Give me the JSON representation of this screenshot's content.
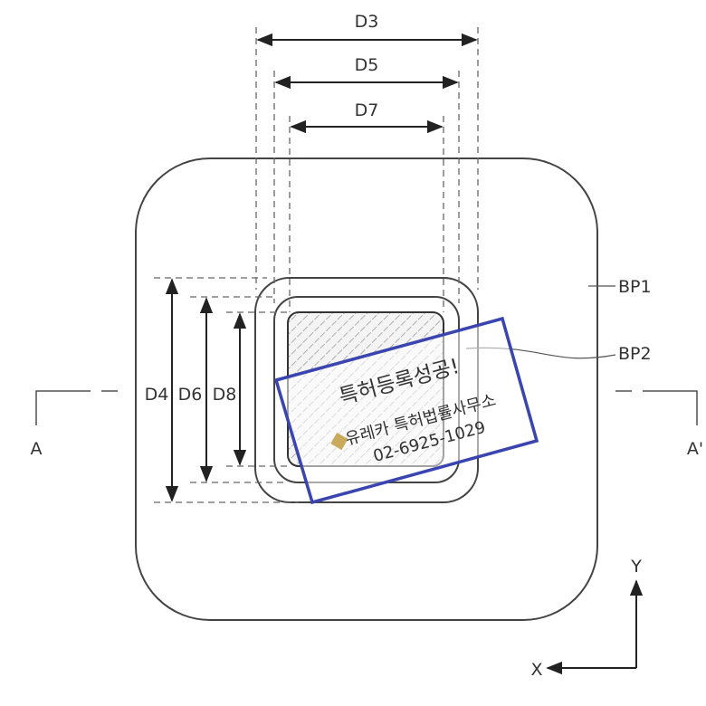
{
  "labels": {
    "d3": "D3",
    "d4": "D4",
    "d5": "D5",
    "d6": "D6",
    "d7": "D7",
    "d8": "D8",
    "bp1": "BP1",
    "bp2": "BP2",
    "section_a": "A",
    "section_a_prime": "A'",
    "axis_x": "X",
    "axis_y": "Y"
  },
  "stamp": {
    "title": "특허등록성공!",
    "firm": "유레카 특허법률사무소",
    "phone": "02-6925-1029",
    "color": "#3b45b0"
  }
}
